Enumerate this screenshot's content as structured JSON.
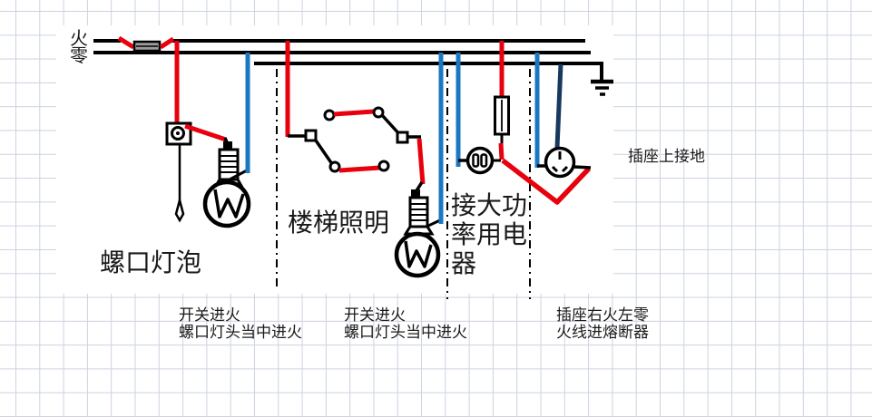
{
  "diagram": {
    "bus_labels": {
      "live": "火",
      "neutral": "零"
    },
    "section_titles": {
      "screw_lamp": "螺口灯泡",
      "stair_lighting": "楼梯照明",
      "high_power": "接大功率用电器"
    },
    "side_note": "插座上接地",
    "footnotes": [
      {
        "line1": "开关进火",
        "line2": "螺口灯头当中进火"
      },
      {
        "line1": "开关进火",
        "line2": "螺口灯头当中进火"
      },
      {
        "line1": "插座右火左零",
        "line2": "火线进熔断器"
      }
    ],
    "colors": {
      "live_wire": "#e8000d",
      "neutral_wire": "#1a78c2",
      "ground_wire": "#17395f",
      "line_black": "#000000",
      "grid_line": "#ccd2e0",
      "fuse_fill": "#9c9c9c"
    }
  }
}
